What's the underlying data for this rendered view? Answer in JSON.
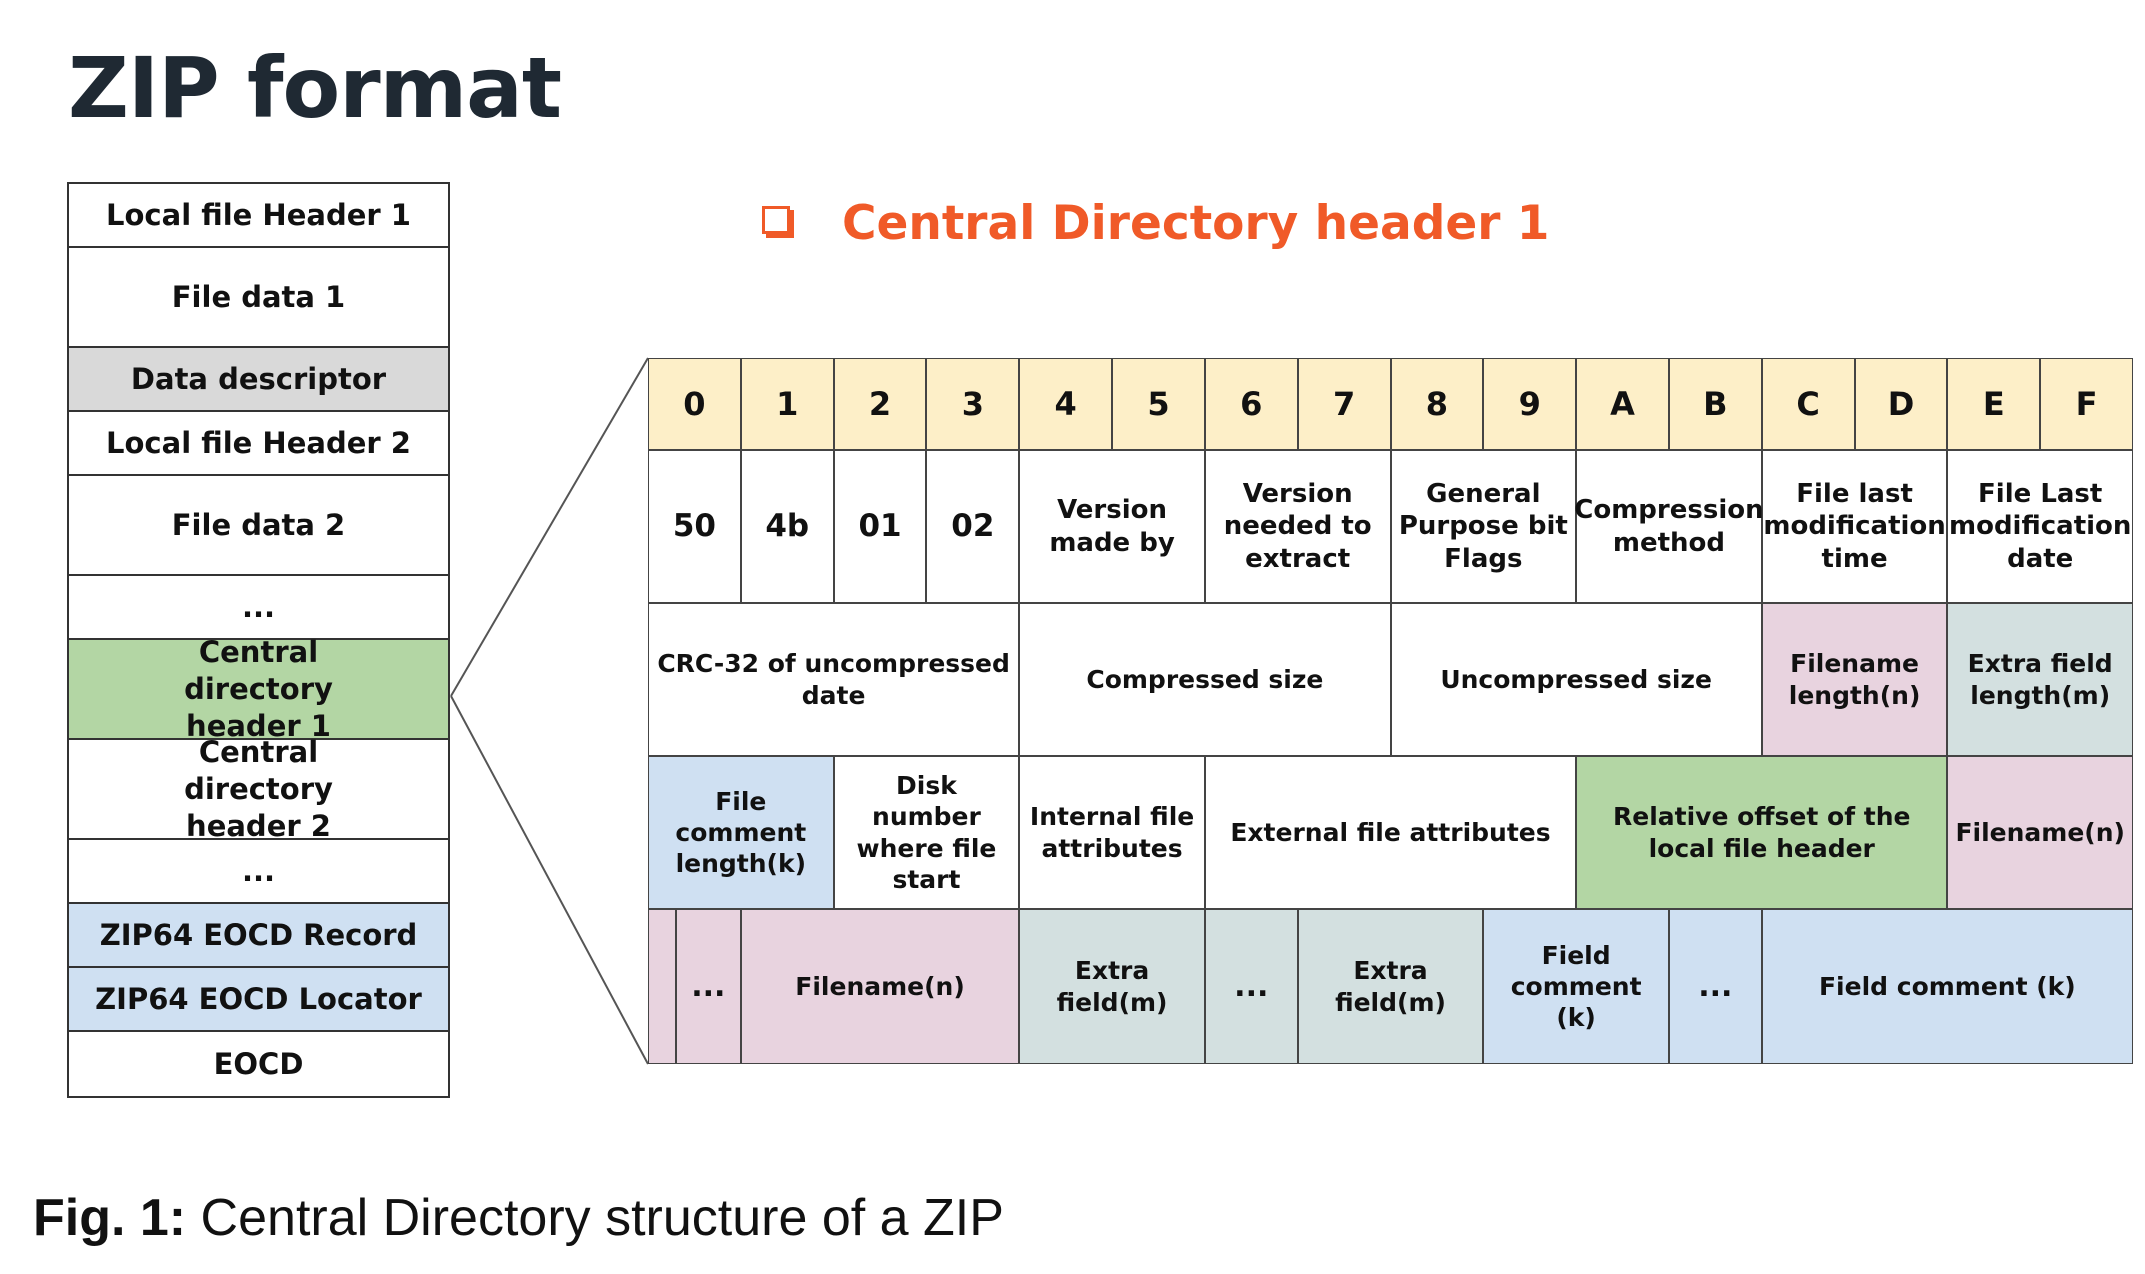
{
  "title": "ZIP format",
  "subtitle": "Central Directory header 1",
  "icons": {
    "subtitle_bullet": "checkbox-square-icon"
  },
  "colors": {
    "accent_orange": "#f05a28",
    "header_row": "#fdefc8",
    "gray": "#d9d9d9",
    "green": "#b3d6a4",
    "blue": "#cfe0f2",
    "pink": "#e8d3df",
    "teal": "#d3e0e0"
  },
  "file_stack": [
    {
      "label": "Local file Header 1",
      "color": "#ffffff"
    },
    {
      "label": "File data 1",
      "color": "#ffffff"
    },
    {
      "label": "Data descriptor",
      "color": "#d9d9d9"
    },
    {
      "label": "Local file Header 2",
      "color": "#ffffff"
    },
    {
      "label": "File data 2",
      "color": "#ffffff"
    },
    {
      "label": "...",
      "color": "#ffffff"
    },
    {
      "label": "Central directory header 1",
      "color": "#b3d6a4"
    },
    {
      "label": "Central directory header 2",
      "color": "#ffffff"
    },
    {
      "label": "...",
      "color": "#ffffff"
    },
    {
      "label": "ZIP64 EOCD Record",
      "color": "#cfe0f2"
    },
    {
      "label": "ZIP64 EOCD Locator",
      "color": "#cfe0f2"
    },
    {
      "label": "EOCD",
      "color": "#ffffff"
    }
  ],
  "hex_header": [
    "0",
    "1",
    "2",
    "3",
    "4",
    "5",
    "6",
    "7",
    "8",
    "9",
    "A",
    "B",
    "C",
    "D",
    "E",
    "F"
  ],
  "rows": [
    [
      {
        "label": "50",
        "span": 1,
        "color": "#ffffff"
      },
      {
        "label": "4b",
        "span": 1,
        "color": "#ffffff"
      },
      {
        "label": "01",
        "span": 1,
        "color": "#ffffff"
      },
      {
        "label": "02",
        "span": 1,
        "color": "#ffffff"
      },
      {
        "label": "Version made by",
        "span": 2,
        "color": "#ffffff"
      },
      {
        "label": "Version needed to extract",
        "span": 2,
        "color": "#ffffff"
      },
      {
        "label": "General Purpose bit Flags",
        "span": 2,
        "color": "#ffffff"
      },
      {
        "label": "Compression method",
        "span": 2,
        "color": "#ffffff"
      },
      {
        "label": "File last modification time",
        "span": 2,
        "color": "#ffffff"
      },
      {
        "label": "File Last modification date",
        "span": 2,
        "color": "#ffffff"
      }
    ],
    [
      {
        "label": "CRC-32 of uncompressed date",
        "span": 4,
        "color": "#ffffff"
      },
      {
        "label": "Compressed size",
        "span": 4,
        "color": "#ffffff"
      },
      {
        "label": "Uncompressed size",
        "span": 4,
        "color": "#ffffff"
      },
      {
        "label": "Filename length(n)",
        "span": 2,
        "color": "#e8d3df"
      },
      {
        "label": "Extra field length(m)",
        "span": 2,
        "color": "#d3e0e0"
      }
    ],
    [
      {
        "label": "File comment length(k)",
        "span": 2,
        "color": "#cfe0f2"
      },
      {
        "label": "Disk number where file start",
        "span": 2,
        "color": "#ffffff"
      },
      {
        "label": "Internal file attributes",
        "span": 2,
        "color": "#ffffff"
      },
      {
        "label": "External file attributes",
        "span": 4,
        "color": "#ffffff"
      },
      {
        "label": "Relative offset of the local file header",
        "span": 4,
        "color": "#b3d6a4"
      },
      {
        "label": "Filename(n)",
        "span": 2,
        "color": "#e8d3df"
      }
    ],
    [
      {
        "label": "",
        "span": 0.3,
        "color": "#e8d3df"
      },
      {
        "label": "...",
        "span": 0.7,
        "color": "#e8d3df"
      },
      {
        "label": "Filename(n)",
        "span": 3,
        "color": "#e8d3df"
      },
      {
        "label": "Extra field(m)",
        "span": 2,
        "color": "#d3e0e0"
      },
      {
        "label": "...",
        "span": 1,
        "color": "#d3e0e0"
      },
      {
        "label": "Extra field(m)",
        "span": 2,
        "color": "#d3e0e0"
      },
      {
        "label": "Field comment (k)",
        "span": 2,
        "color": "#cfe0f2"
      },
      {
        "label": "...",
        "span": 1,
        "color": "#cfe0f2"
      },
      {
        "label": "Field comment (k)",
        "span": 4,
        "color": "#cfe0f2"
      }
    ]
  ],
  "caption": {
    "prefix": "Fig. 1:",
    "text": " Central Directory structure of a ZIP"
  }
}
